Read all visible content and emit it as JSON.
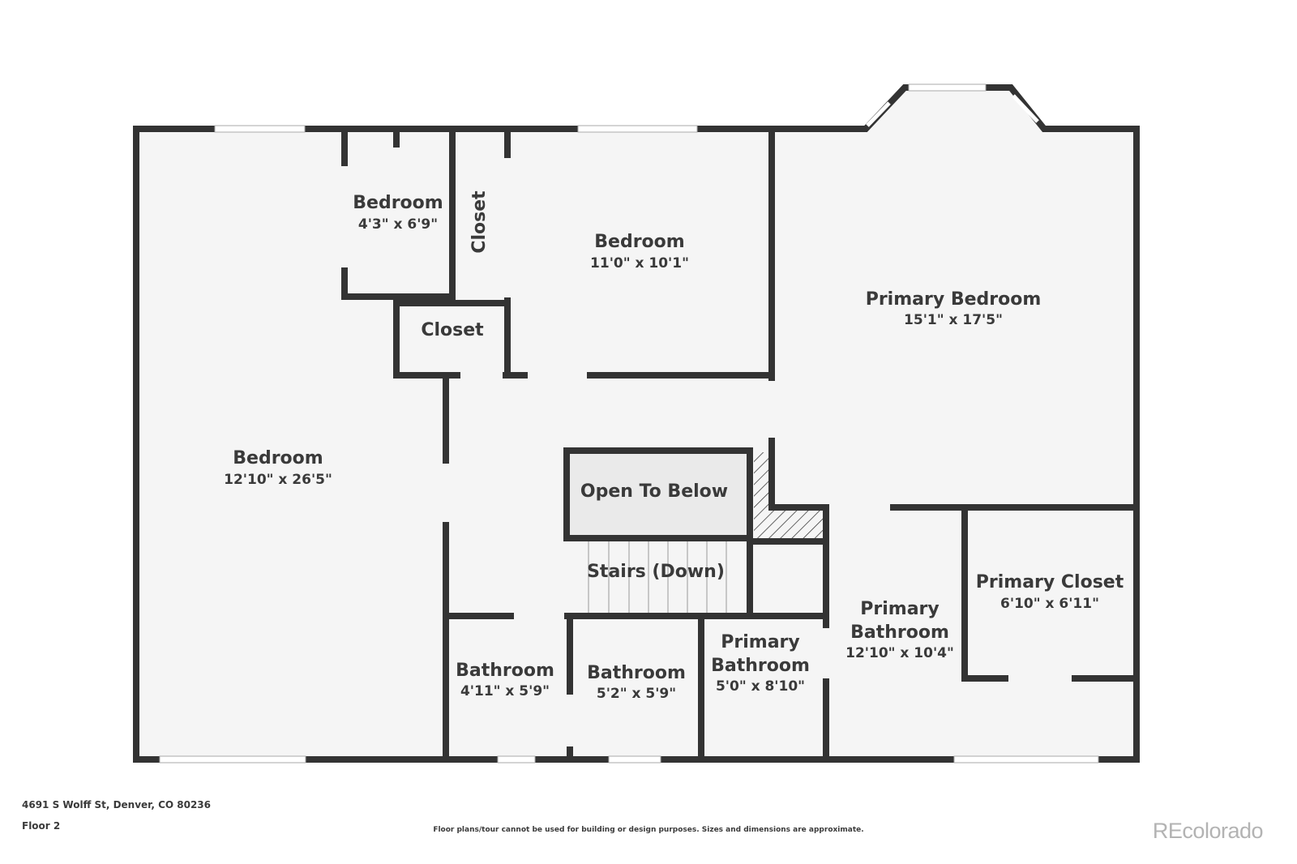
{
  "rooms": {
    "bedroom_large": {
      "name": "Bedroom",
      "dim": "12'10\" x 26'5\""
    },
    "bedroom_small": {
      "name": "Bedroom",
      "dim": "4'3\" x 6'9\""
    },
    "closet_vertical": {
      "name": "Closet"
    },
    "closet": {
      "name": "Closet"
    },
    "bedroom_mid": {
      "name": "Bedroom",
      "dim": "11'0\" x 10'1\""
    },
    "primary_bedroom": {
      "name": "Primary Bedroom",
      "dim": "15'1\" x 17'5\""
    },
    "open_to_below": {
      "name": "Open To Below"
    },
    "stairs": {
      "name": "Stairs (Down)"
    },
    "bathroom_1": {
      "name": "Bathroom",
      "dim": "4'11\" x 5'9\""
    },
    "bathroom_2": {
      "name": "Bathroom",
      "dim": "5'2\" x 5'9\""
    },
    "primary_bathroom_small": {
      "name_line1": "Primary",
      "name_line2": "Bathroom",
      "dim": "5'0\" x 8'10\""
    },
    "primary_bathroom": {
      "name_line1": "Primary",
      "name_line2": "Bathroom",
      "dim": "12'10\" x 10'4\""
    },
    "primary_closet": {
      "name": "Primary Closet",
      "dim": "6'10\" x 6'11\""
    }
  },
  "footer": {
    "address": "4691 S Wolff St, Denver, CO 80236",
    "floor": "Floor 2",
    "disclaimer": "Floor plans/tour cannot be used for building or design purposes. Sizes and dimensions are approximate.",
    "brand": "REcolorado"
  },
  "colors": {
    "wall": "#333333",
    "floor": "#f5f5f5",
    "window": "#ffffff",
    "text": "#3a3a3a"
  }
}
